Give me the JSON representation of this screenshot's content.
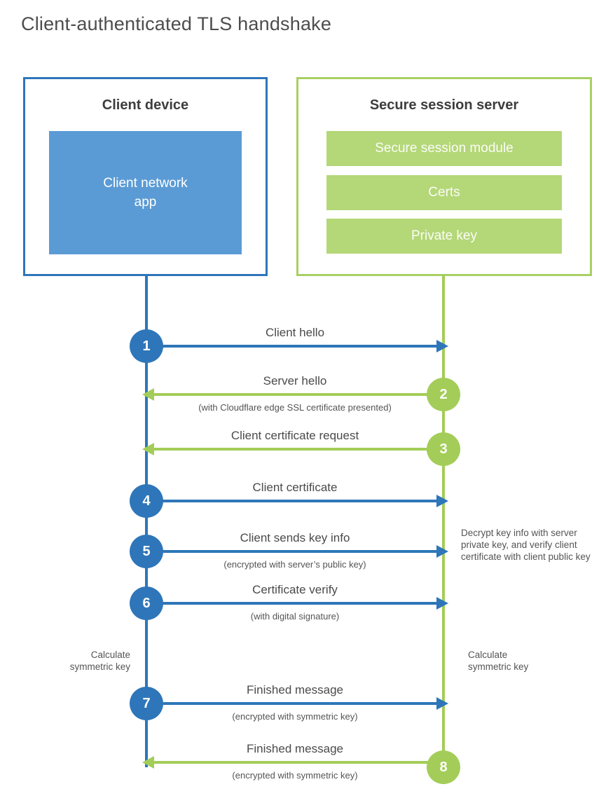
{
  "title": "Client-authenticated TLS handshake",
  "colors": {
    "blue": "#2e76b9",
    "blue_fill": "#5b9bd5",
    "green_line": "#a3cd58",
    "green_border": "#a8d063",
    "green_bar": "#b4d778",
    "heading_text": "#3d3d3d",
    "label_text": "#4a4a4a"
  },
  "client_box": {
    "title": "Client device",
    "app_label": "Client network\napp"
  },
  "server_box": {
    "title": "Secure session server",
    "modules": [
      "Secure session module",
      "Certs",
      "Private key"
    ]
  },
  "steps": [
    {
      "num": "1",
      "direction": "right",
      "label": "Client hello",
      "sub": ""
    },
    {
      "num": "2",
      "direction": "left",
      "label": "Server hello",
      "sub": "(with Cloudflare edge SSL certificate presented)"
    },
    {
      "num": "3",
      "direction": "left",
      "label": "Client certificate request",
      "sub": ""
    },
    {
      "num": "4",
      "direction": "right",
      "label": "Client certificate",
      "sub": ""
    },
    {
      "num": "5",
      "direction": "right",
      "label": "Client sends key info",
      "sub": "(encrypted with server’s public key)"
    },
    {
      "num": "6",
      "direction": "right",
      "label": "Certificate verify",
      "sub": "(with digital signature)"
    },
    {
      "num": "7",
      "direction": "right",
      "label": "Finished message",
      "sub": "(encrypted with symmetric key)"
    },
    {
      "num": "8",
      "direction": "left",
      "label": "Finished message",
      "sub": "(encrypted with symmetric key)"
    }
  ],
  "annotations": {
    "left_calculate": "Calculate\nsymmetric key",
    "right_calculate": "Calculate\nsymmetric key",
    "decrypt_note": "Decrypt key info with server private key, and verify client certificate with client public key"
  }
}
